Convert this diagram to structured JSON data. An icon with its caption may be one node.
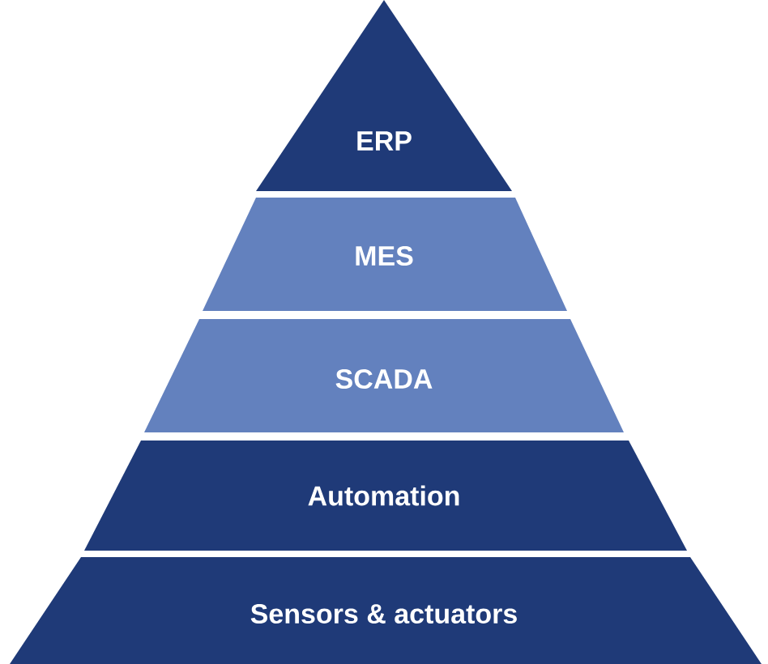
{
  "diagram": {
    "nodes": [
      {
        "text": [
          "ERP"
        ]
      },
      {
        "text": [
          "MES"
        ]
      },
      {
        "text": [
          "SCADA"
        ]
      },
      {
        "text": [
          "Automation"
        ]
      },
      {
        "text": [
          "Sensors & actuators"
        ]
      }
    ]
  }
}
